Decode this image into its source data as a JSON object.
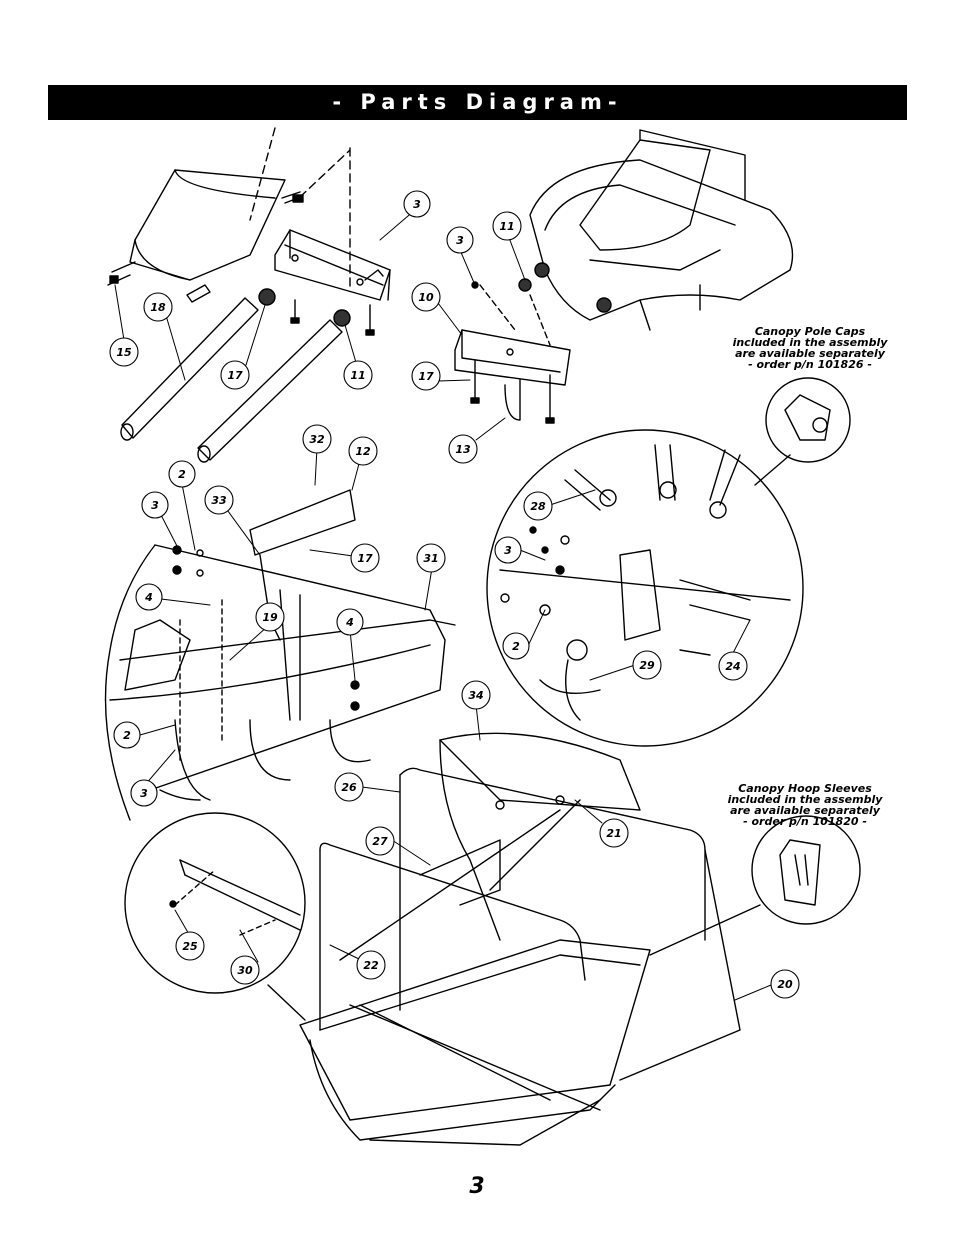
{
  "header": {
    "title": "- Parts Diagram-"
  },
  "footer": {
    "page_number": "3"
  },
  "notes": {
    "pole_caps": {
      "line1": "Canopy Pole Caps",
      "line2": "included in the assembly",
      "line3": "are available separately",
      "line4": "- order p/n 101826 -"
    },
    "hoop_sleeves": {
      "line1": "Canopy Hoop Sleeves",
      "line2": "included in the assembly",
      "line3": "are available separately",
      "line4": "- order p/n 101820 -"
    }
  },
  "callouts": [
    {
      "label": "3"
    },
    {
      "label": "3"
    },
    {
      "label": "11"
    },
    {
      "label": "18"
    },
    {
      "label": "15"
    },
    {
      "label": "17"
    },
    {
      "label": "11"
    },
    {
      "label": "10"
    },
    {
      "label": "17"
    },
    {
      "label": "13"
    },
    {
      "label": "32"
    },
    {
      "label": "12"
    },
    {
      "label": "2"
    },
    {
      "label": "33"
    },
    {
      "label": "3"
    },
    {
      "label": "17"
    },
    {
      "label": "31"
    },
    {
      "label": "4"
    },
    {
      "label": "19"
    },
    {
      "label": "4"
    },
    {
      "label": "2"
    },
    {
      "label": "3"
    },
    {
      "label": "28"
    },
    {
      "label": "3"
    },
    {
      "label": "2"
    },
    {
      "label": "29"
    },
    {
      "label": "24"
    },
    {
      "label": "34"
    },
    {
      "label": "26"
    },
    {
      "label": "21"
    },
    {
      "label": "27"
    },
    {
      "label": "25"
    },
    {
      "label": "22"
    },
    {
      "label": "30"
    },
    {
      "label": "20"
    }
  ]
}
